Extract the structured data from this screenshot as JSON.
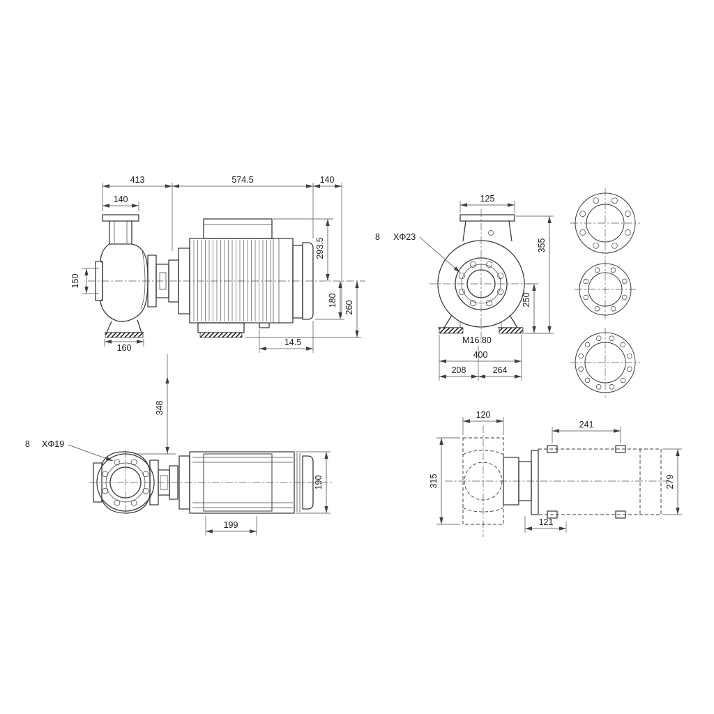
{
  "drawing": {
    "kind": "pump-dimensional-drawing"
  },
  "views": {
    "side": {
      "dim_total_413": "413",
      "dim_motor_574_5": "574.5",
      "dim_end_140": "140",
      "dim_flange_140": "140",
      "dim_suction_150": "150",
      "dim_h293_5": "293.5",
      "dim_h180": "180",
      "dim_h260": "260",
      "dim_foot_160": "160",
      "dim_offset_14_5": "14.5"
    },
    "end": {
      "dim_discharge_125": "125",
      "holes_qty": "8",
      "holes_spec": "XΦ23",
      "dim_h355": "355",
      "dim_h250": "250",
      "bolt_spec": "M16 80",
      "dim_w400": "400",
      "dim_left_208": "208",
      "dim_right_264": "264"
    },
    "plan": {
      "dim_v348": "348",
      "holes_qty": "8",
      "holes_spec": "XΦ19",
      "dim_motor_190": "190",
      "dim_foot_199": "199"
    },
    "base": {
      "dim_flange_120": "120",
      "dim_pads_241": "241",
      "dim_w315": "315",
      "dim_motor_279": "279",
      "dim_offset_121": "121"
    }
  }
}
